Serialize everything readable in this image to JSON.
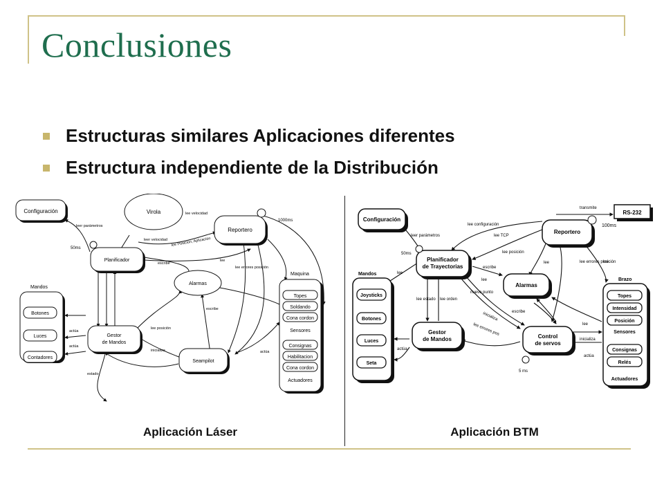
{
  "slide": {
    "title": "Conclusiones",
    "bullets": [
      "Estructuras similares Aplicaciones diferentes",
      "Estructura independiente de la Distribución"
    ],
    "captions": {
      "left": "Aplicación Láser",
      "right": "Aplicación BTM"
    },
    "colors": {
      "title": "#1f6e4e",
      "frame": "#cfc287",
      "bullet": "#c8b66c"
    }
  },
  "laser": {
    "configuracion": "Configuración",
    "virola": "Virola",
    "reportero": "Reportero",
    "planificador": "Planificador",
    "alarmas": "Alarmas",
    "gestor_l1": "Gestor",
    "gestor_l2": "de Mandos",
    "seampilot": "Seampilot",
    "mandos": "Mandos",
    "botones": "Botones",
    "luces": "Luces",
    "contadores": "Contadores",
    "maquina": "Maquina",
    "topes": "Topes",
    "soldando": "Soldando",
    "cona_cordon": "Cona cordon",
    "sensores": "Sensores",
    "consignas": "Consignas",
    "habilitacion": "Habilitacion",
    "cona_cordon2": "Cona cordon",
    "actuadores": "Actuadores",
    "labels": {
      "lee_parametros": "leer parámetros",
      "lee_velocidad": "lee velocidad",
      "lee_velocidad2": "leer velocidad",
      "lee_posicion": "lee Posicion, Aplicación",
      "t1000ms": "1000ms",
      "t50ms": "50ms",
      "escribe": "escribe",
      "lee": "lee",
      "actua": "actúa",
      "lee_errores": "lee errores posición",
      "lee_posicion2": "lee posición",
      "inicializa": "inicializa",
      "estado": "estado"
    }
  },
  "btm": {
    "configuracion": "Configuración",
    "reportero": "Reportero",
    "rs232": "RS-232",
    "transmite": "transmite",
    "t100ms": "100ms",
    "t50ms": "50ms",
    "t5ms": "5 ms",
    "plan_l1": "Planificador",
    "plan_l2": "de Trayectorias",
    "alarmas": "Alarmas",
    "gestor_l1": "Gestor",
    "gestor_l2": "de Mandos",
    "control_l1": "Control",
    "control_l2": "de servos",
    "mandos": "Mandos",
    "joysticks": "Joysticks",
    "botones": "Botones",
    "luces": "Luces",
    "seta": "Seta",
    "brazo": "Brazo",
    "topes": "Topes",
    "intensidad": "Intensidad",
    "posicion": "Posición",
    "sensores": "Sensores",
    "consignas": "Consignas",
    "reles": "Relés",
    "actuadores": "Actuadores",
    "labels": {
      "lee_parametros": "leer parámetros",
      "lee_configuracion": "lee configuración",
      "lee_tcp": "lee TCP",
      "lee_posicion": "lee posición",
      "escribe": "escribe",
      "lee": "lee",
      "lee_errores": "lee errores posición",
      "lee_estado": "lee estado",
      "lee_orden": "lee orden",
      "nuevo_punto": "nuevo punto",
      "inicializa": "inicializa",
      "lee_errores_pos": "lee errores pos",
      "actua": "actúa",
      "escribe2": "escribe",
      "lee2": "lee",
      "lee3": "lee"
    }
  }
}
